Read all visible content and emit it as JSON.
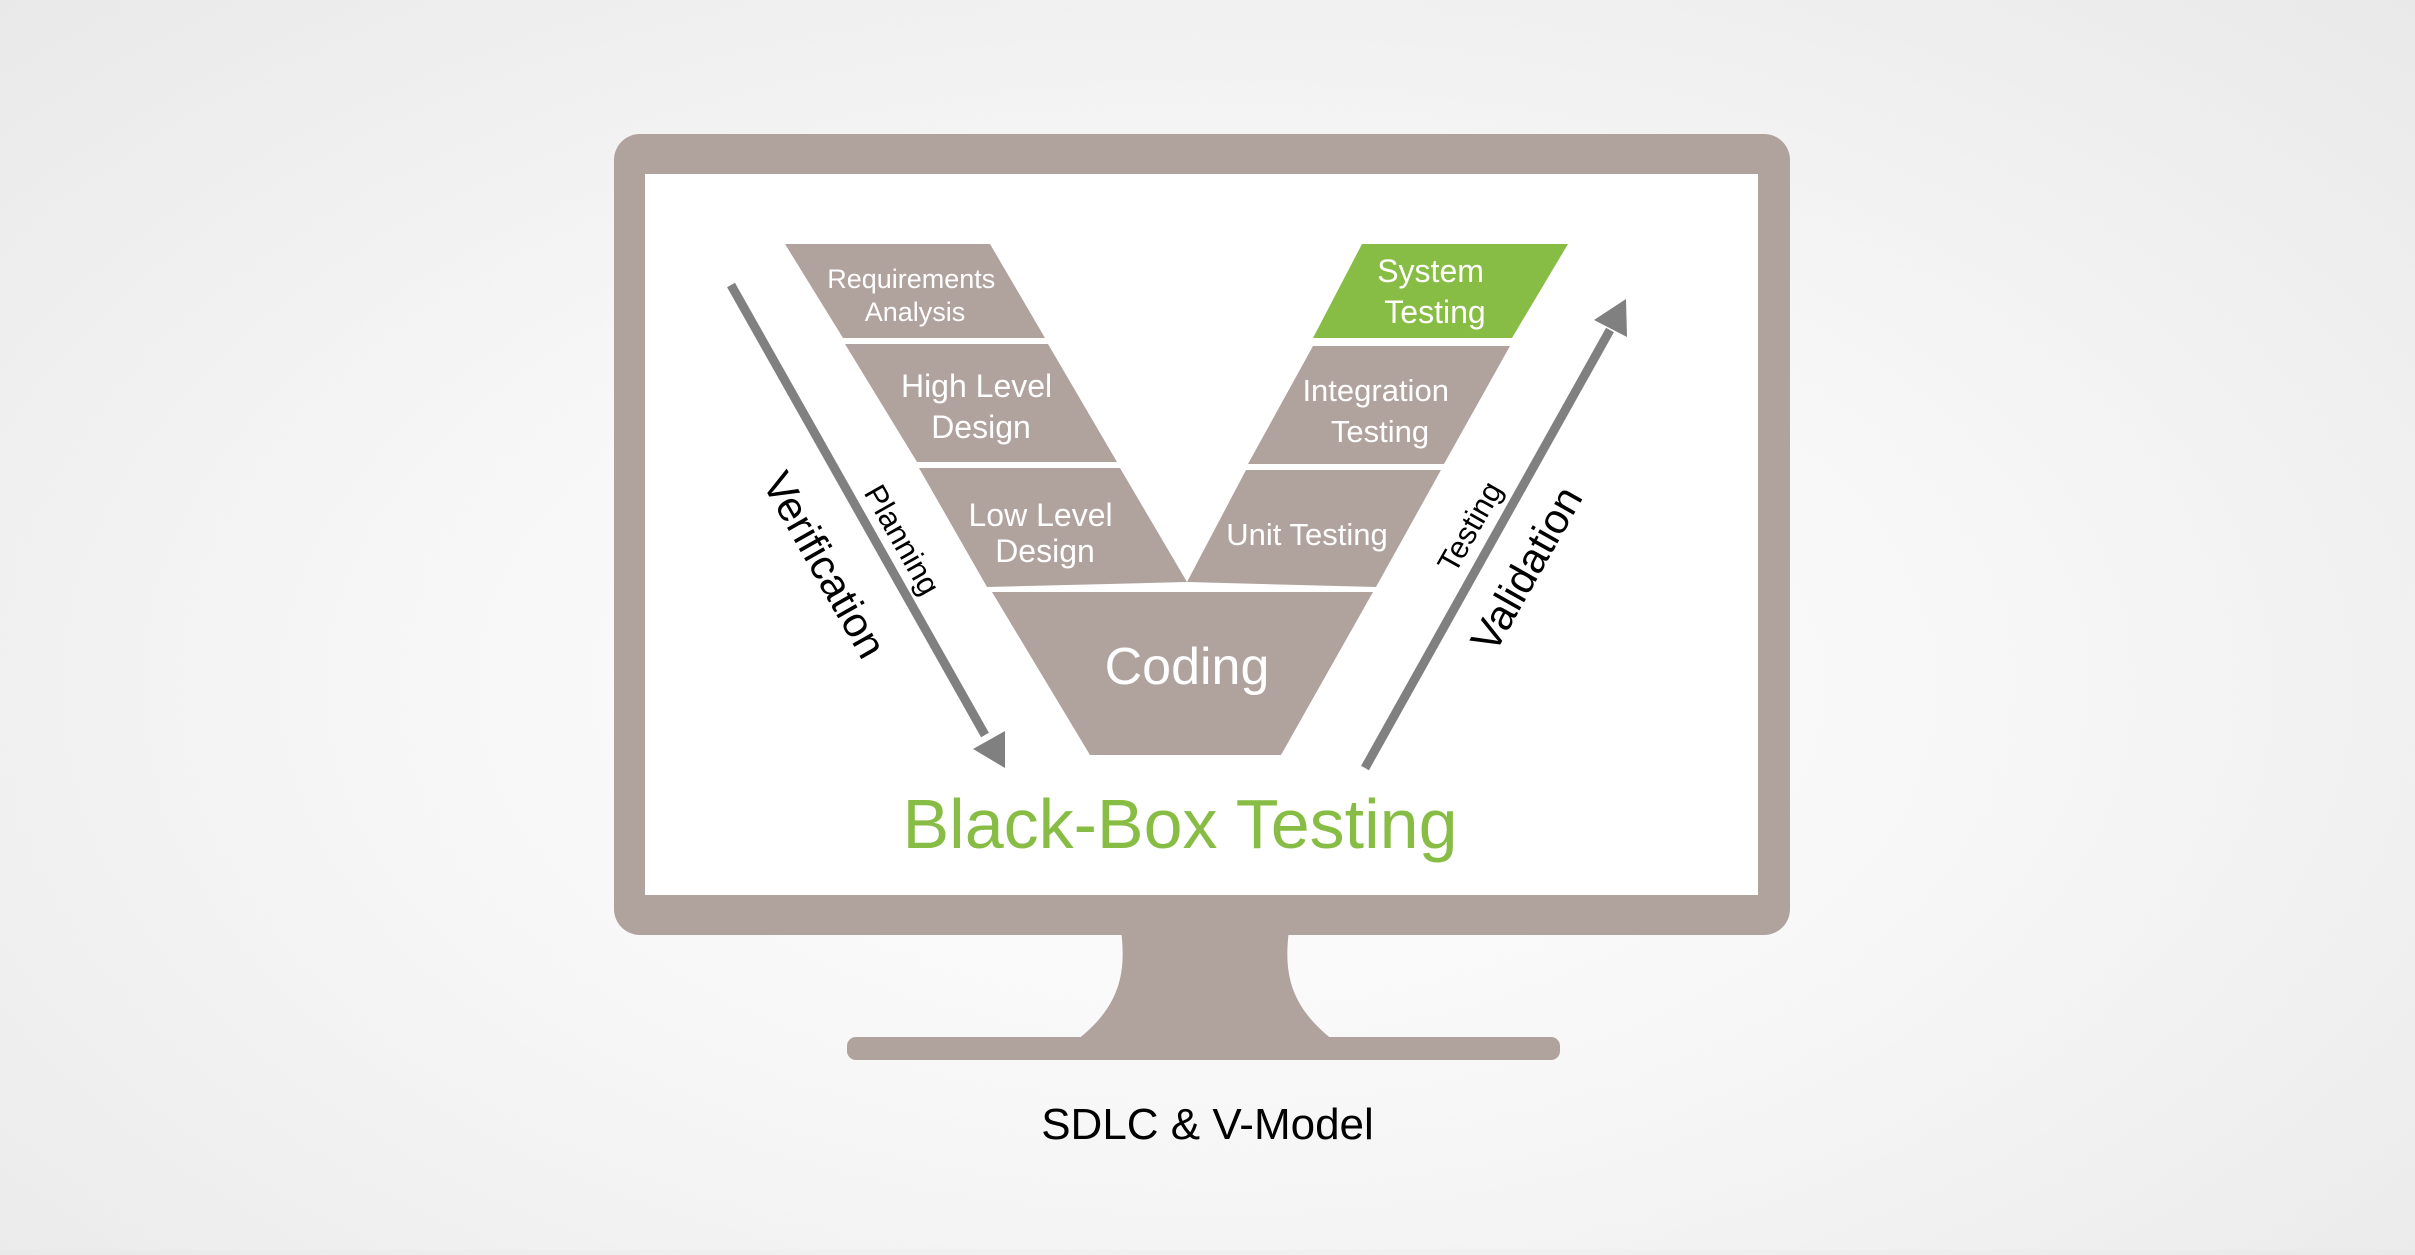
{
  "diagram": {
    "phases_left": [
      {
        "id": "requirements",
        "lines": [
          "Requirements",
          "Analysis"
        ]
      },
      {
        "id": "high-level-design",
        "lines": [
          "High Level",
          "Design"
        ]
      },
      {
        "id": "low-level-design",
        "lines": [
          "Low Level",
          "Design"
        ]
      }
    ],
    "phase_bottom": {
      "id": "coding",
      "lines": [
        "Coding"
      ]
    },
    "phases_right": [
      {
        "id": "system-testing",
        "lines": [
          "System",
          "Testing"
        ],
        "highlighted": true
      },
      {
        "id": "integration-testing",
        "lines": [
          "Integration",
          "Testing"
        ],
        "highlighted": false
      },
      {
        "id": "unit-testing",
        "lines": [
          "Unit Testing"
        ],
        "highlighted": false
      }
    ],
    "left_arrow": {
      "inner_label": "Planning",
      "outer_label": "Verification",
      "direction": "down"
    },
    "right_arrow": {
      "inner_label": "Testing",
      "outer_label": "Validation",
      "direction": "up"
    },
    "headline": "Black-Box Testing",
    "caption": "SDLC & V-Model",
    "colors": {
      "band": "#b0a29d",
      "highlight": "#88bd45",
      "arrow": "#808080",
      "monitor": "#b0a29d",
      "screen": "#ffffff",
      "headline": "#88bd45",
      "text_on_band": "#ffffff",
      "text_dark": "#000000"
    }
  }
}
